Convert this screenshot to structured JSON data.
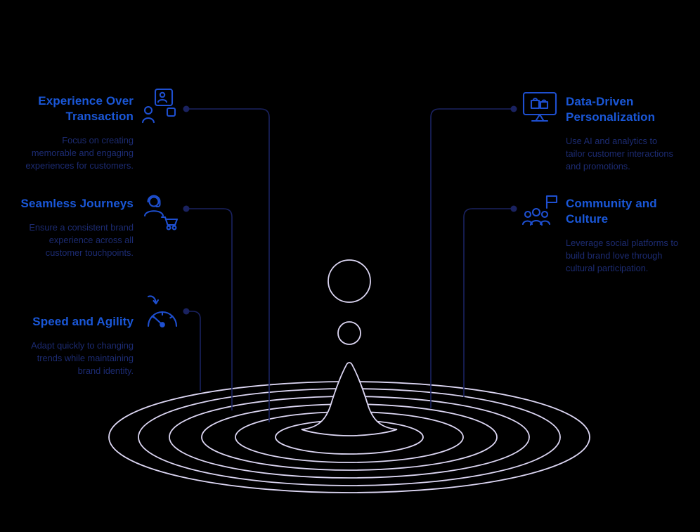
{
  "colors": {
    "background": "#000000",
    "heading": "#1a57d8",
    "body_text": "#1c2b72",
    "icon": "#1e4fd0",
    "connector": "#1a2260",
    "ripple": "#dcd6f3",
    "droplet_fill": "#000000"
  },
  "callouts": {
    "experience": {
      "title": "Experience Over Transaction",
      "description": "Focus on creating memorable and engaging experiences for customers.",
      "icon": "person-screens-icon"
    },
    "journeys": {
      "title": "Seamless Journeys",
      "description": "Ensure a consistent brand experience across all customer touchpoints.",
      "icon": "support-agent-cart-icon"
    },
    "speed": {
      "title": "Speed and Agility",
      "description": "Adapt quickly to changing trends while maintaining brand identity.",
      "icon": "speedometer-icon"
    },
    "personalization": {
      "title": "Data-Driven Personalization",
      "description": "Use AI and analytics to tailor customer interactions and promotions.",
      "icon": "monitor-shopping-icon"
    },
    "community": {
      "title": "Community and Culture",
      "description": "Leverage social platforms to build brand love through cultural participation.",
      "icon": "people-flag-icon"
    }
  }
}
